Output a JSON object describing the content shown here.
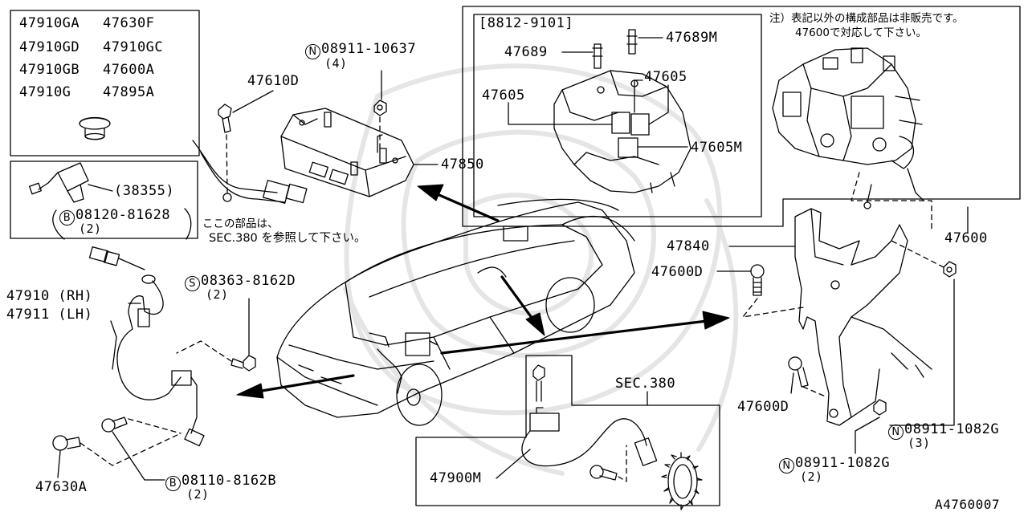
{
  "legend_box": {
    "part_numbers": [
      "47910GA",
      "47630F",
      "47910GD",
      "47910GC",
      "47910GB",
      "47600A",
      "47910G",
      "47895A"
    ]
  },
  "sensor_inset": {
    "part_number": "(38355)",
    "bolt_symbol": "B",
    "bolt_number": "08120-81628",
    "bolt_qty": "(2)"
  },
  "reference_note": {
    "line1": "ここの部品は、",
    "line2": "SEC.380 を参照して下さい。"
  },
  "actuator_box": {
    "range": "[8812-9101]",
    "note_line1": "注）表記以外の構成部品は非販売です。",
    "note_line2": "47600で対応して下さい。"
  },
  "labels": {
    "p47689": "47689",
    "p47689M": "47689M",
    "p47605_left": "47605",
    "p47605_right": "47605",
    "p47605M": "47605M",
    "p47600": "47600",
    "n_symbol": "N",
    "nut_top": "08911-10637",
    "nut_top_qty": "(4)",
    "p47610D": "47610D",
    "p47850": "47850",
    "p47840": "47840",
    "p47600D_top": "47600D",
    "p47600D_bottom": "47600D",
    "nut_right_1": "08911-1082G",
    "nut_right_1_qty": "(3)",
    "nut_right_2": "08911-1082G",
    "nut_right_2_qty": "(2)",
    "s_symbol": "S",
    "screw": "08363-8162D",
    "screw_qty": "(2)",
    "p47910": "47910 (RH)",
    "p47911": "47911 (LH)",
    "p47630A": "47630A",
    "b_symbol": "B",
    "bolt_bottom": "08110-8162B",
    "bolt_bottom_qty": "(2)",
    "sec380": "SEC.380",
    "p47900M": "47900M",
    "diagram_id": "A4760007"
  }
}
